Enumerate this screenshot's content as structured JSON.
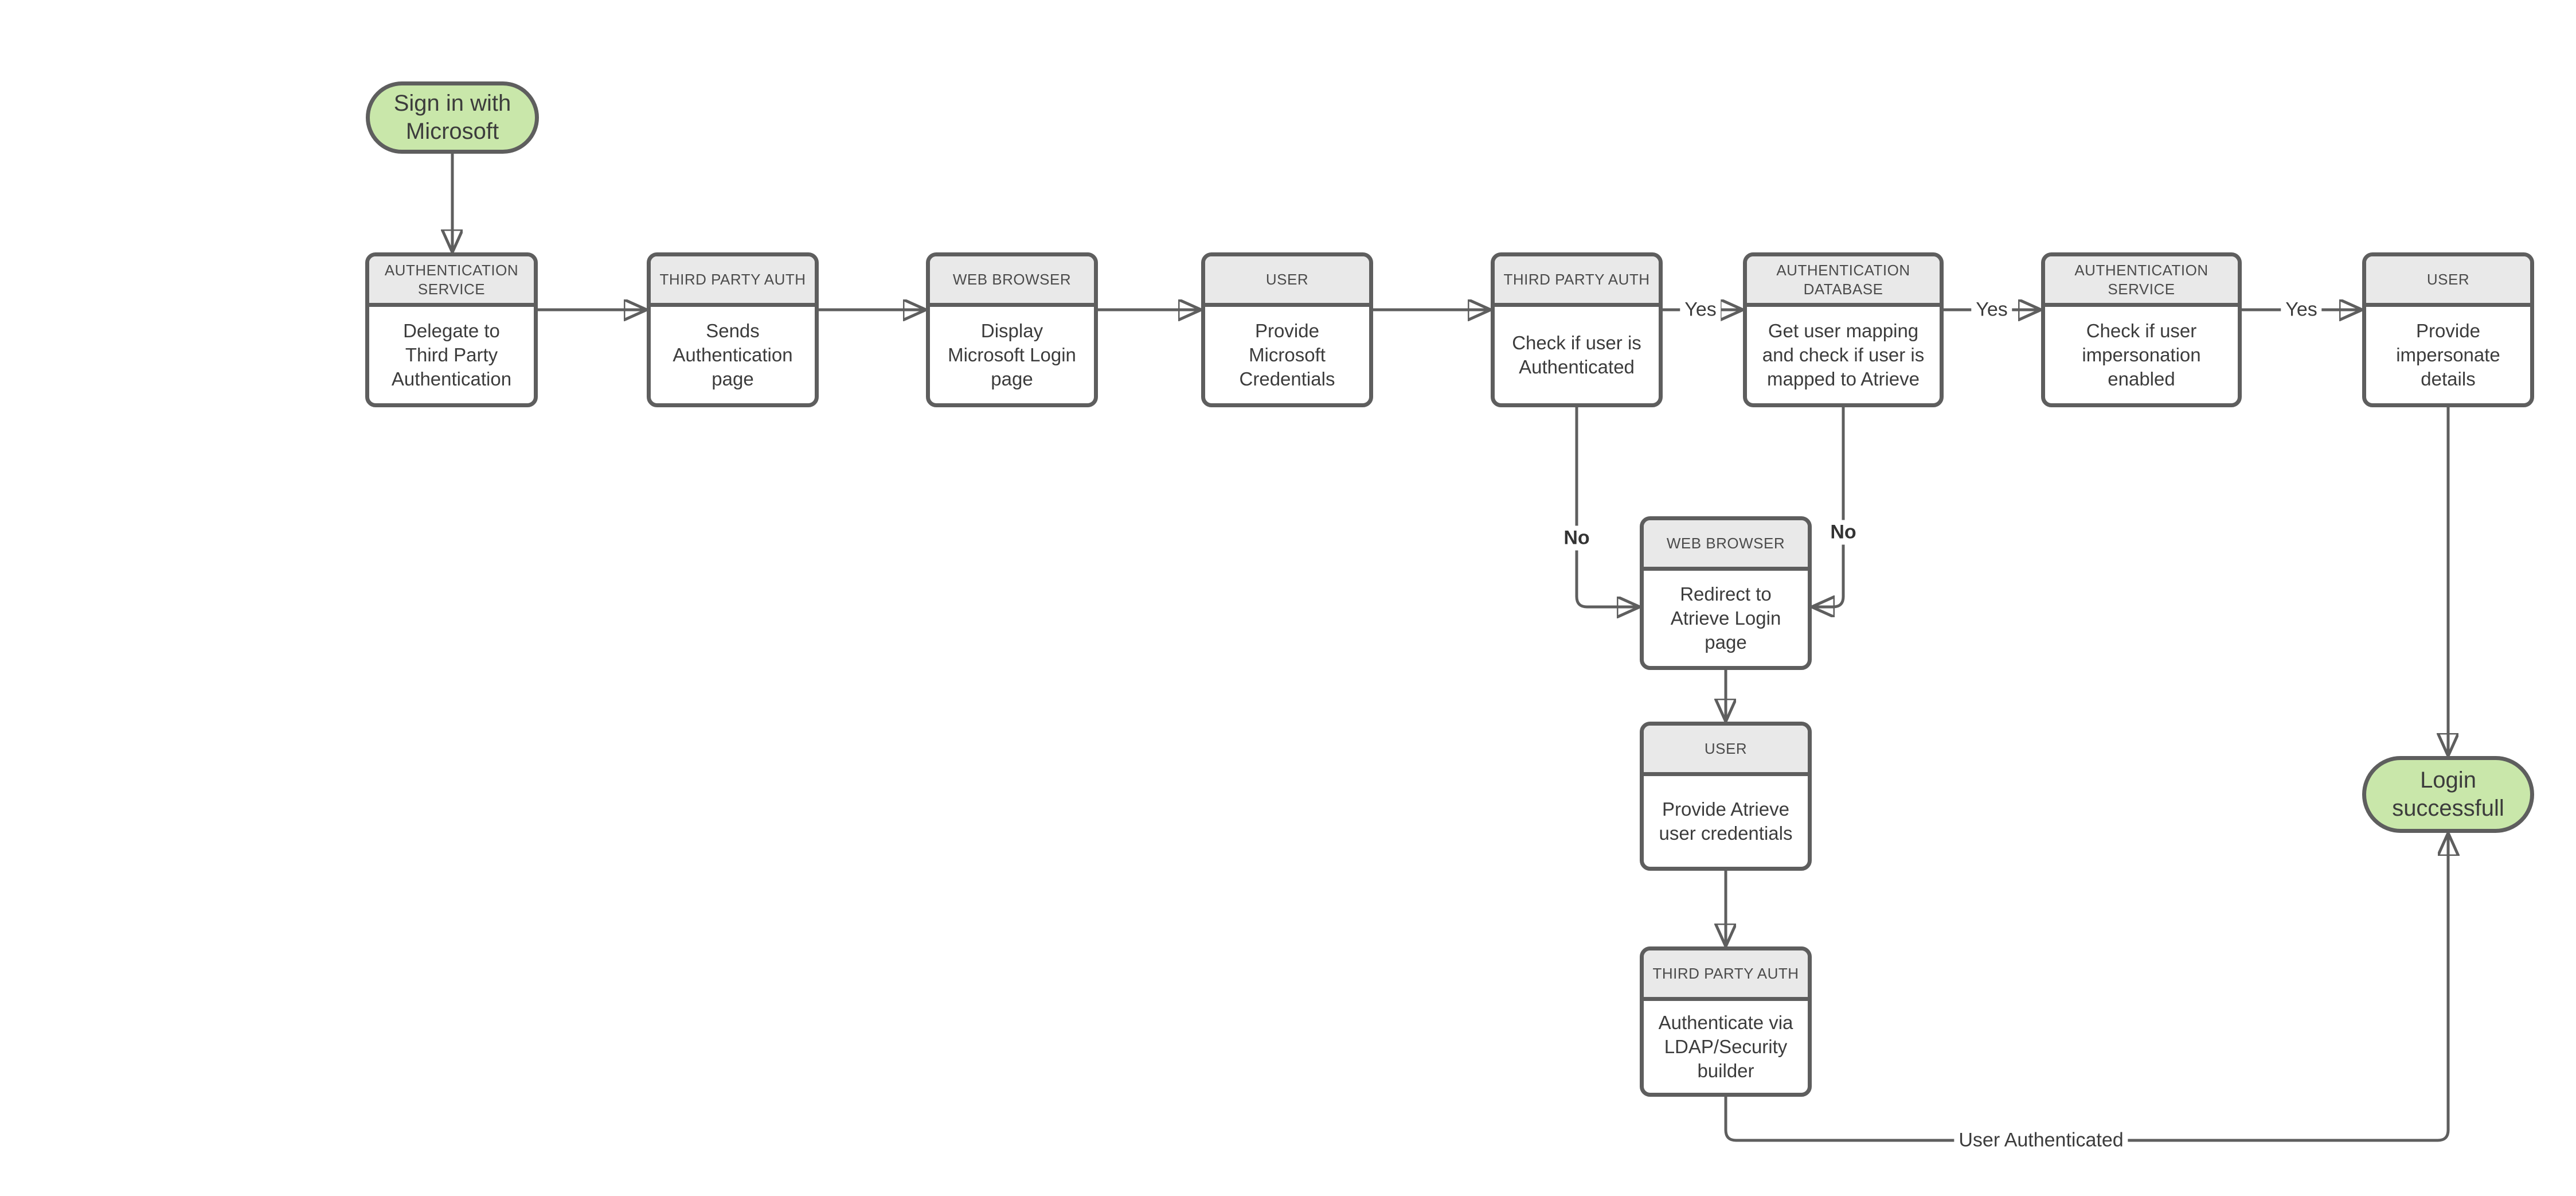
{
  "colors": {
    "node_border": "#5e5e5e",
    "header_fill": "#e9e9e9",
    "body_fill": "#ffffff",
    "terminal_fill": "#c9e7aa",
    "connector": "#5e5e5e",
    "text": "#3c3c3c"
  },
  "nodes": {
    "start": {
      "type": "terminal",
      "label": "Sign in with Microsoft"
    },
    "auth_service_delegate": {
      "type": "process",
      "header": "AUTHENTICATION SERVICE",
      "body": "Delegate to Third Party Authentication"
    },
    "third_party_sends_page": {
      "type": "process",
      "header": "THIRD PARTY AUTH",
      "body": "Sends Authentication page"
    },
    "web_browser_display_login": {
      "type": "process",
      "header": "WEB BROWSER",
      "body": "Display Microsoft Login page"
    },
    "user_provide_ms_credentials": {
      "type": "process",
      "header": "USER",
      "body": "Provide Microsoft Credentials"
    },
    "third_party_check_auth": {
      "type": "process",
      "header": "THIRD PARTY AUTH",
      "body": "Check if user is Authenticated"
    },
    "auth_database_mapping": {
      "type": "process",
      "header": "AUTHENTICATION DATABASE",
      "body": "Get user mapping and check if user is mapped to Atrieve"
    },
    "auth_service_impersonation": {
      "type": "process",
      "header": "AUTHENTICATION SERVICE",
      "body": "Check if user impersonation enabled"
    },
    "user_provide_impersonate": {
      "type": "process",
      "header": "USER",
      "body": "Provide impersonate details"
    },
    "web_browser_redirect_atrieve": {
      "type": "process",
      "header": "WEB BROWSER",
      "body": "Redirect to Atrieve Login page"
    },
    "user_provide_atrieve_credentials": {
      "type": "process",
      "header": "USER",
      "body": "Provide Atrieve user credentials"
    },
    "third_party_ldap": {
      "type": "process",
      "header": "THIRD PARTY AUTH",
      "body": "Authenticate via LDAP/Security builder"
    },
    "end": {
      "type": "terminal",
      "label": "Login successfull"
    }
  },
  "edge_labels": {
    "yes": "Yes",
    "no": "No",
    "user_authenticated": "User Authenticated"
  }
}
